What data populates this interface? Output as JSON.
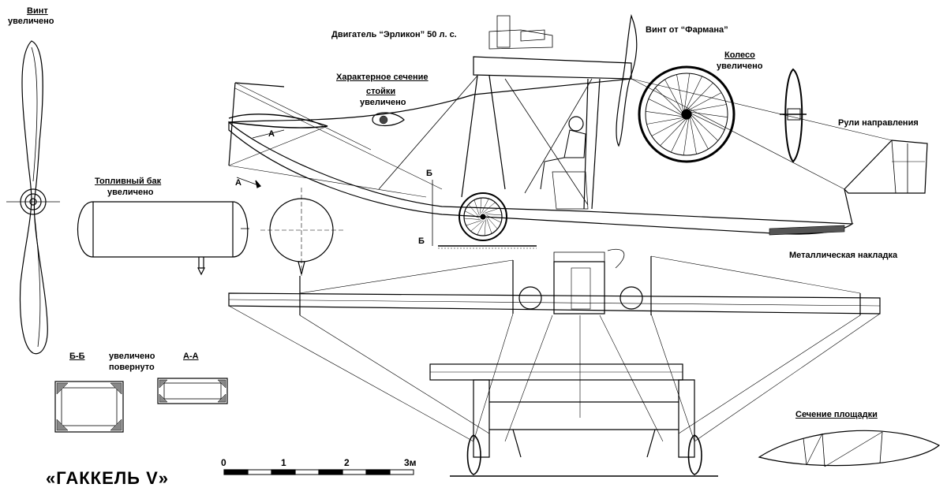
{
  "title": "«ГАККЕЛЬ V»",
  "labels": {
    "propeller": "Винт",
    "propeller_enlarged": "увеличено",
    "engine": "Двигатель “Эрликон” 50 л. с.",
    "farman_prop": "Винт от “Фармана”",
    "strut_section_1": "Характерное сечение",
    "strut_section_2": "стойки",
    "strut_section_3": "увеличено",
    "wheel": "Колесо",
    "wheel_enlarged": "увеличено",
    "rudders": "Рули направления",
    "fuel_tank": "Топливный бак",
    "fuel_tank_enlarged": "увеличено",
    "metal_plate": "Металлическая накладка",
    "section_bb": "Б-Б",
    "bb_enlarged": "увеличено",
    "bb_rotated": "повернуто",
    "section_aa": "А-А",
    "platform_section": "Сечение площадки",
    "mark_a1": "А",
    "mark_a2": "А",
    "mark_b1": "Б",
    "mark_b2": "Б"
  },
  "scale": {
    "ticks": [
      "0",
      "1",
      "2",
      "3м"
    ]
  }
}
